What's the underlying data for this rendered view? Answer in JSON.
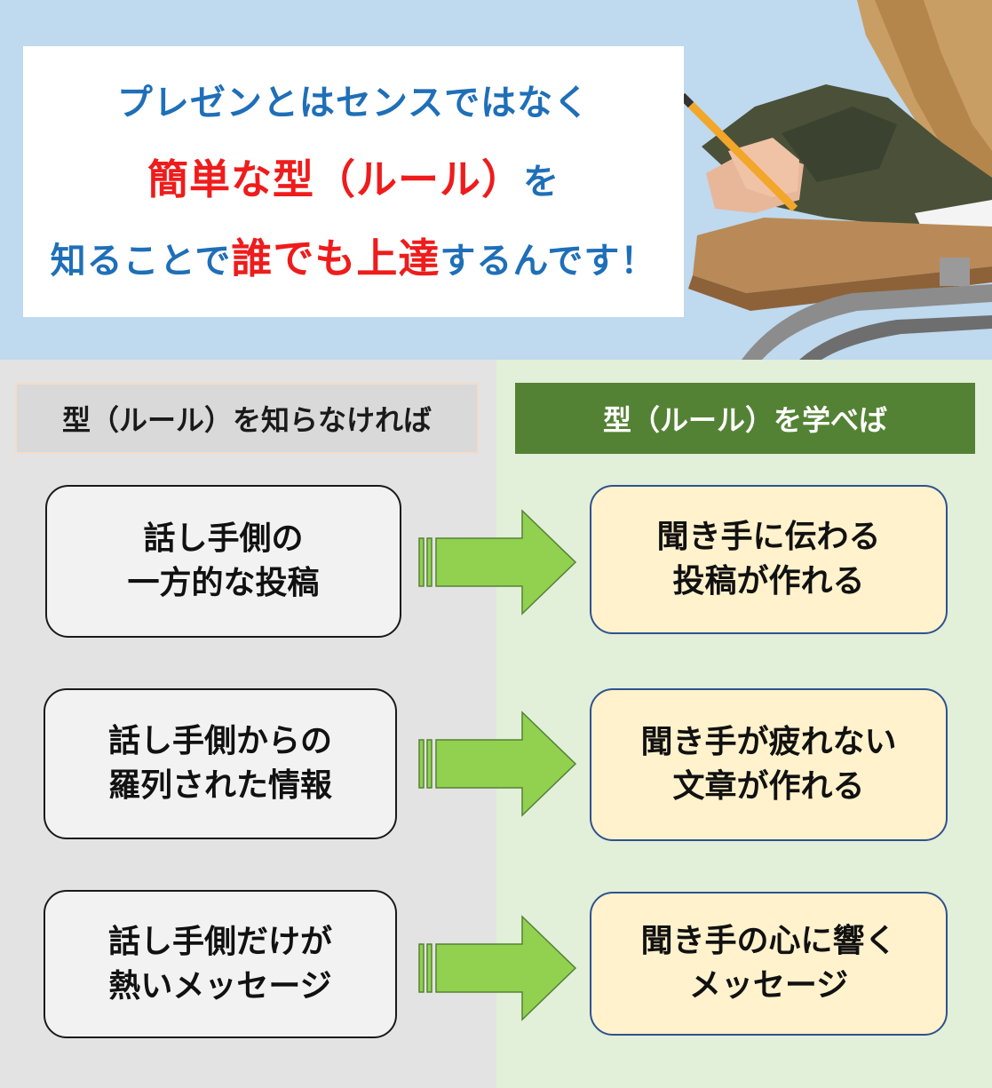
{
  "headline": {
    "line1": "プレゼンとはセンスではなく",
    "line2_red": "簡単な型（ルール）",
    "line2_blue": "を",
    "line3_blue_a": "知ることで",
    "line3_red": "誰でも上達",
    "line3_blue_b": "するんです！"
  },
  "left": {
    "header": "型（ルール）を知らなければ",
    "cards": [
      {
        "line1": "話し手側の",
        "line2": "一方的な投稿"
      },
      {
        "line1": "話し手側からの",
        "line2": "羅列された情報"
      },
      {
        "line1": "話し手側だけが",
        "line2": "熱いメッセージ"
      }
    ]
  },
  "right": {
    "header": "型（ルール）を学べば",
    "cards": [
      {
        "line1": "聞き手に伝わる",
        "line2": "投稿が作れる"
      },
      {
        "line1": "聞き手が疲れない",
        "line2": "文章が作れる"
      },
      {
        "line1": "聞き手の心に響く",
        "line2": "メッセージ"
      }
    ]
  },
  "colors": {
    "hero_bg": "#bfd9ee",
    "headline_blue": "#1f6fb8",
    "headline_red": "#ee1c1c",
    "left_bg": "#e3e3e3",
    "right_bg": "#e2efd9",
    "right_header_bg": "#548235",
    "arrow_green": "#92d050",
    "right_card_bg": "#fff2cc"
  },
  "icons": [
    "student-writing-photo",
    "right-arrow-icon"
  ]
}
